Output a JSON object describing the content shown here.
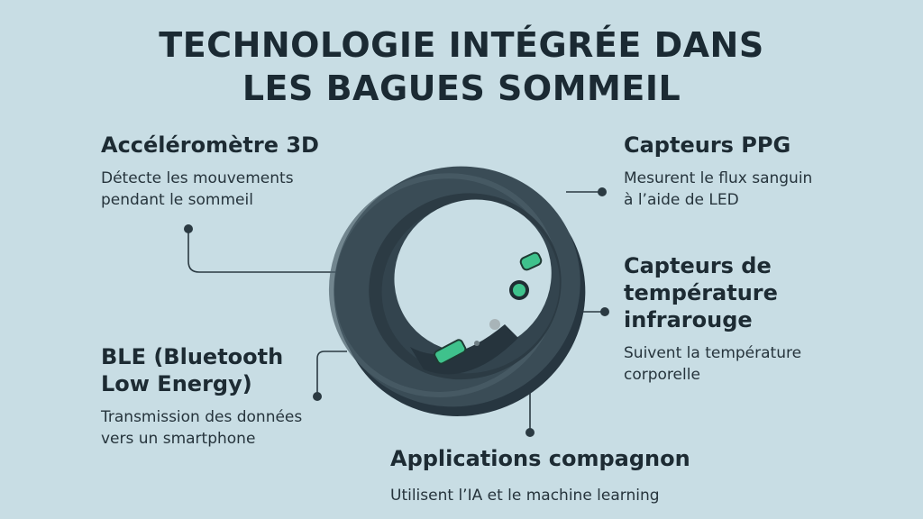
{
  "title": {
    "line1": "TECHNOLOGIE INTÉGRÉE DANS",
    "line2": "LES BAGUES SOMMEIL"
  },
  "features": {
    "accelerometer": {
      "heading": "Accéléromètre 3D",
      "description_line1": "Détecte les mouvements",
      "description_line2": "pendant le sommeil"
    },
    "ppg": {
      "heading": "Capteurs PPG",
      "description_line1": "Mesurent le flux sanguin",
      "description_line2": "à l’aide de LED"
    },
    "temperature": {
      "heading_line1": "Capteurs de",
      "heading_line2": "température",
      "heading_line3": "infrarouge",
      "description_line1": "Suivent la température",
      "description_line2": "corporelle"
    },
    "ble": {
      "heading_line1": "BLE (Bluetooth",
      "heading_line2": "Low Energy)",
      "description_line1": "Transmission des données",
      "description_line2": "vers un smartphone"
    },
    "apps": {
      "heading": "Applications compagnon",
      "description": "Utilisent l’IA et le machine learning"
    }
  },
  "colors": {
    "background": "#c8dde4",
    "ring": "#3a4c56",
    "sensor_green": "#3fc28c",
    "text": "#1d2b33"
  }
}
